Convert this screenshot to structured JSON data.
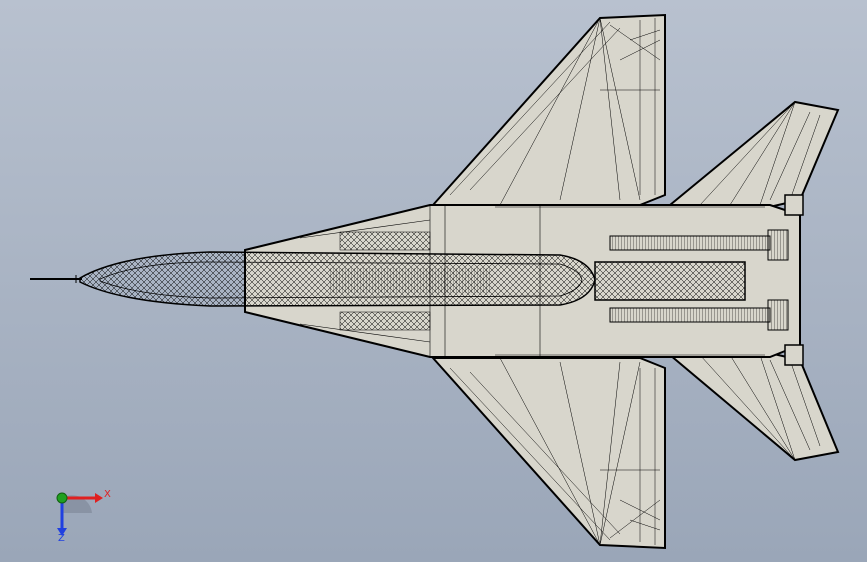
{
  "viewport": {
    "background_top": "#b8c1cf",
    "background_bottom": "#9aa6b8"
  },
  "model": {
    "fill_color": "#d8d6cc",
    "edge_color": "#000000",
    "view": "top"
  },
  "triad": {
    "x_label": "X",
    "z_label": "Z",
    "x_color": "#e02020",
    "y_color": "#20a020",
    "z_color": "#2040e0"
  }
}
